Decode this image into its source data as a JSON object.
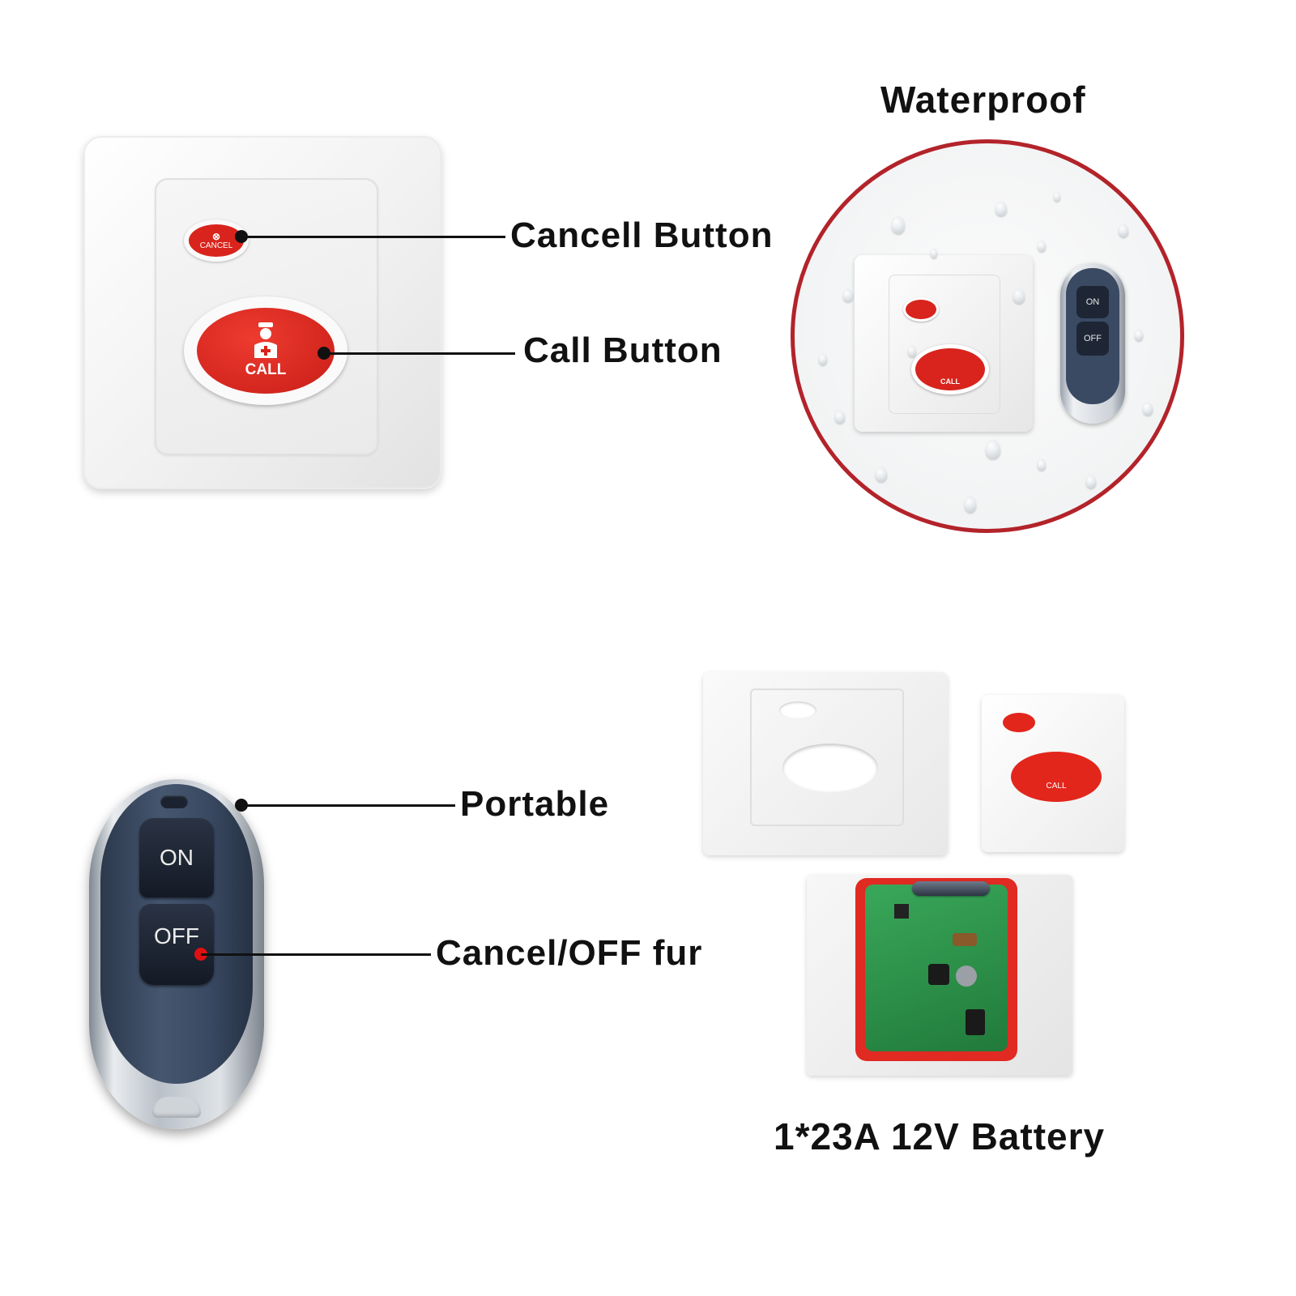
{
  "labels": {
    "waterproof": "Waterproof",
    "cancel_button": "Cancell Button",
    "call_button": "Call Button",
    "portable": "Portable",
    "cancel_off": "Cancel/OFF fur",
    "battery": "1*23A 12V Battery"
  },
  "device": {
    "cancel_text": "CANCEL",
    "call_text": "CALL"
  },
  "remote": {
    "on_text": "ON",
    "off_text": "OFF"
  },
  "colors": {
    "button_red": "#d8241c",
    "remote_blue": "#3a4a63",
    "ring_red": "#b3232a",
    "pcb_green": "#2e9a4a"
  }
}
